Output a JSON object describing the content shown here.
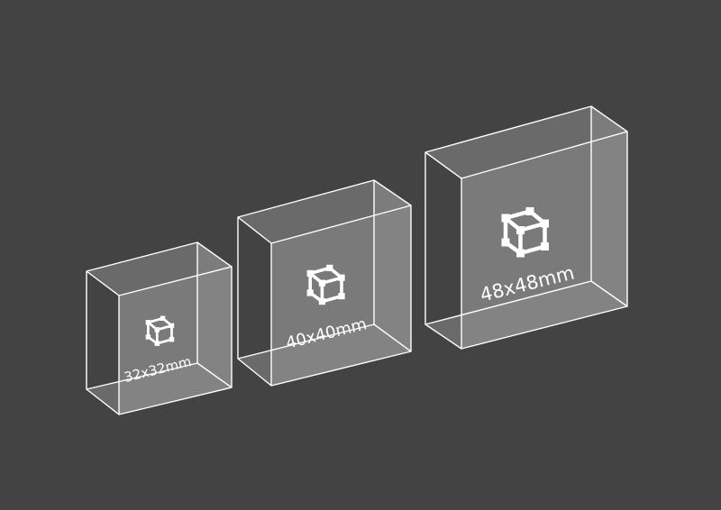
{
  "background_color": "#434343",
  "line_color": "#ffffff",
  "face_color": "#8b8b8b",
  "blocks": [
    {
      "label": "32x32mm",
      "icon": "cube-wireframe-icon"
    },
    {
      "label": "40x40mm",
      "icon": "cube-wireframe-icon"
    },
    {
      "label": "48x48mm",
      "icon": "cube-wireframe-icon"
    }
  ]
}
